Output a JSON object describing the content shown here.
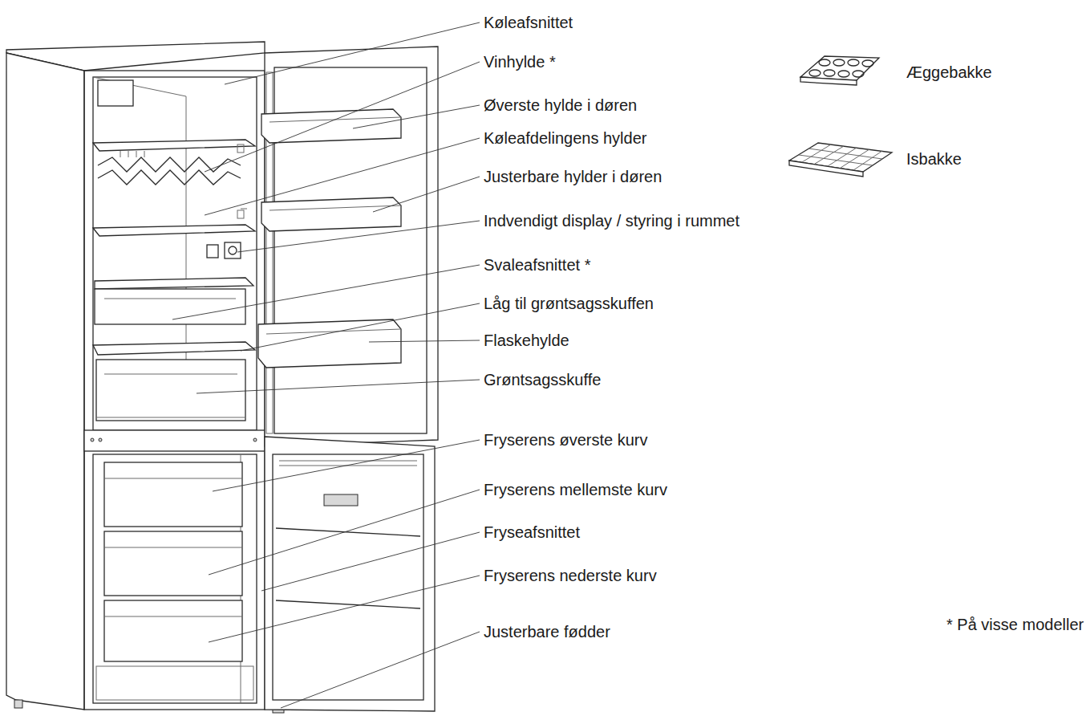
{
  "diagram": {
    "labels": [
      "Køleafsnittet",
      "Vinhylde *",
      "Øverste hylde i døren",
      "Køleafdelingens hylder",
      "Justerbare hylder i døren",
      "Indvendigt display / styring i rummet",
      "Svaleafsnittet *",
      "Låg til grøntsagsskuffen",
      "Flaskehylde",
      "Grøntsagsskuffe",
      "Fryserens øverste kurv",
      "Fryserens mellemste kurv",
      "Fryseafsnittet",
      "Fryserens nederste kurv",
      "Justerbare fødder",
      "Æggebakke",
      "Isbakke",
      "* På visse modeller"
    ]
  }
}
